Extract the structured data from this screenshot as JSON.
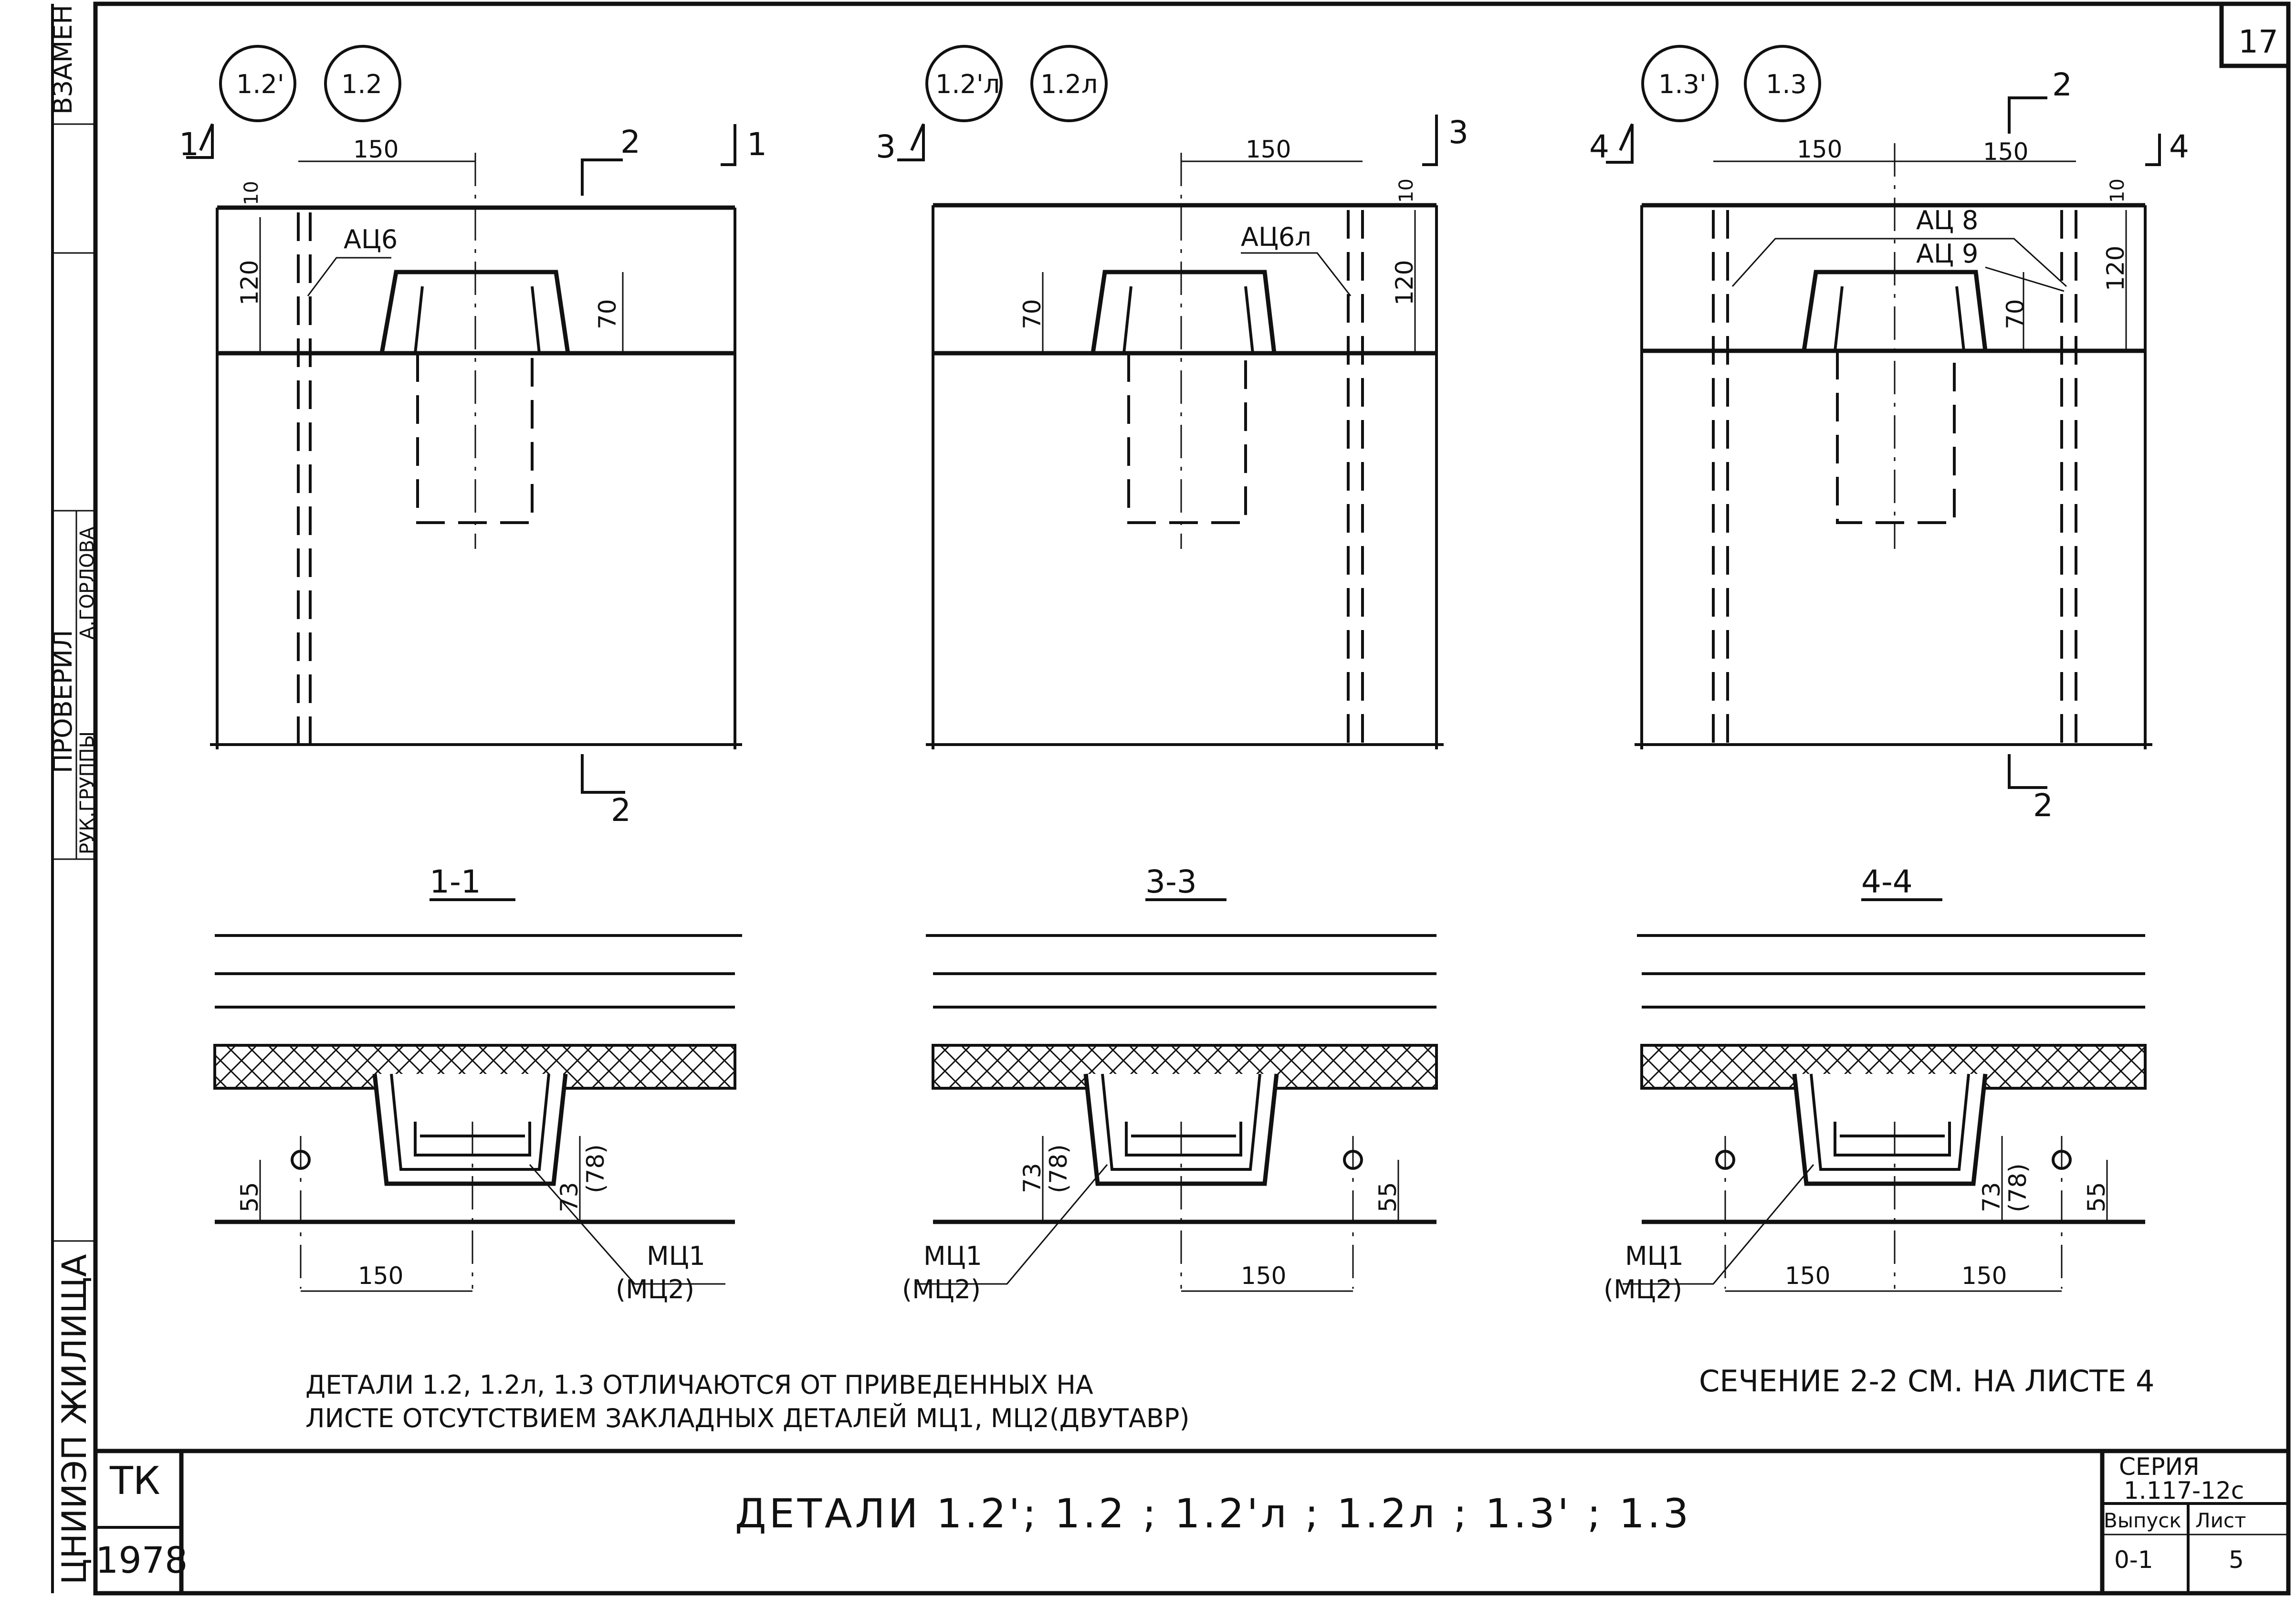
{
  "sheet": {
    "number": "17",
    "series_label": "СЕРИЯ",
    "series_value": "1.117-12с",
    "issue_label": "Выпуск",
    "issue_value": "0-1",
    "page_label": "Лист",
    "page_value": "5",
    "org": "ТК",
    "year": "1978",
    "title": "ДЕТАЛИ 1.2'; 1.2 ; 1.2'л ; 1.2л ; 1.3' ; 1.3"
  },
  "margin": {
    "vzamen": "ВЗАМЕН",
    "checked": "ПРОВЕРИЛ",
    "author": "А.ГОРЛОВА",
    "head": "РУК.ГРУППЫ",
    "institute": "ЦНИИЭП ЖИЛИЩА"
  },
  "plans": [
    {
      "badges": [
        "1.2'",
        "1.2"
      ],
      "cut_left": "1",
      "cut_right": "1",
      "cut_top": "2",
      "cut_bottom": "2",
      "dim_h": "150",
      "dim_h2": "",
      "dim_10": "10",
      "dim_120": "120",
      "dim_70": "70",
      "leader": "АЦ6",
      "leader2": ""
    },
    {
      "badges": [
        "1.2'л",
        "1.2л"
      ],
      "cut_left": "3",
      "cut_right": "3",
      "cut_top": "",
      "cut_bottom": "",
      "dim_h": "150",
      "dim_h2": "",
      "dim_10": "10",
      "dim_120": "120",
      "dim_70": "70",
      "leader": "АЦ6л",
      "leader2": ""
    },
    {
      "badges": [
        "1.3'",
        "1.3"
      ],
      "cut_left": "4",
      "cut_right": "4",
      "cut_top": "2",
      "cut_bottom": "2",
      "dim_h": "150",
      "dim_h2": "150",
      "dim_10": "10",
      "dim_120": "120",
      "dim_70": "70",
      "leader": "АЦ 8",
      "leader2": "АЦ 9"
    }
  ],
  "sections": [
    {
      "title": "1-1",
      "dim_55": "55",
      "dim_73": "73",
      "dim_78": "(78)",
      "dim_150": "150",
      "dim_150b": "",
      "mc1": "МЦ1",
      "mc2": "(МЦ2)"
    },
    {
      "title": "3-3",
      "dim_55": "55",
      "dim_73": "73",
      "dim_78": "(78)",
      "dim_150": "150",
      "dim_150b": "",
      "mc1": "МЦ1",
      "mc2": "(МЦ2)"
    },
    {
      "title": "4-4",
      "dim_55": "55",
      "dim_73": "73",
      "dim_78": "(78)",
      "dim_150": "150",
      "dim_150b": "150",
      "mc1": "МЦ1",
      "mc2": "(МЦ2)"
    }
  ],
  "notes": {
    "note1_line1": "ДЕТАЛИ 1.2, 1.2л, 1.3 ОТЛИЧАЮТСЯ ОТ ПРИВЕДЕННЫХ НА",
    "note1_line2": "ЛИСТЕ ОТСУТСТВИЕМ ЗАКЛАДНЫХ ДЕТАЛЕЙ МЦ1, МЦ2(ДВУТАВР)",
    "note2": "СЕЧЕНИЕ 2-2 СМ. НА ЛИСТЕ 4"
  }
}
